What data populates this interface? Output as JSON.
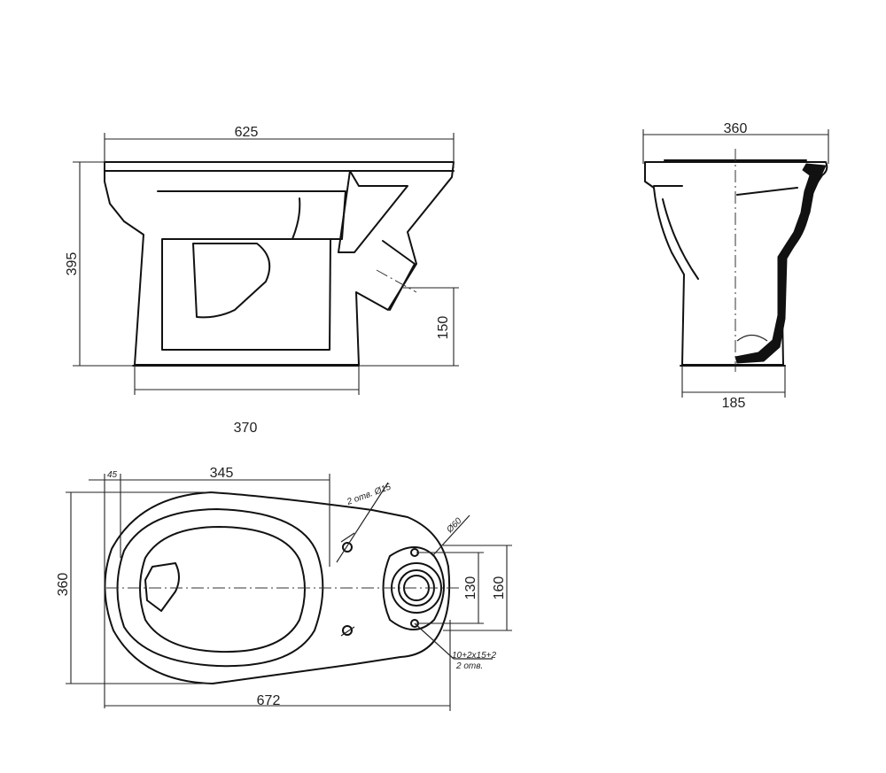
{
  "front_view": {
    "width_label": "625",
    "height_label": "395",
    "outlet_height_label": "150",
    "base_width_label": "370"
  },
  "side_view": {
    "width_label": "360",
    "base_width_label": "185"
  },
  "top_view": {
    "offset_label": "45",
    "front_length_label": "345",
    "width_label": "360",
    "total_length_label": "672",
    "bolt_spacing_label": "130",
    "flange_width_label": "160",
    "hole_note_label": "2 отв. Ø15",
    "outlet_diameter_label": "Ø60",
    "slot_note_label": "10+2x15+2",
    "slot_count_label": "2 отв."
  }
}
